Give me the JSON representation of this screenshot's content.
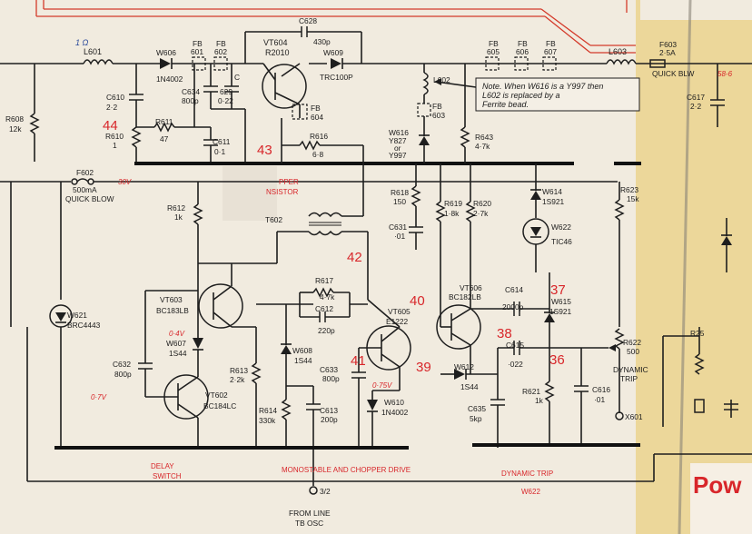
{
  "inductors": {
    "l601": "L601",
    "l602": "L602",
    "l603": "L603"
  },
  "handwritten_note": "1 Ω",
  "fuses": {
    "f602": "F602",
    "f602_val": "500mA",
    "f602_type": "QUICK BLOW",
    "f603": "F603",
    "f603_val": "2·5A",
    "f603_type": "QUICK BLW"
  },
  "rails": {
    "v30": "30V",
    "v58": "58-6"
  },
  "diodes": {
    "w606": "W606",
    "w606_type": "1N4002",
    "w609": "W609",
    "w609_type": "TRC100P",
    "w616": "W616",
    "w616_type1": "Y827",
    "w616_or": "or",
    "w616_type2": "Y997",
    "w614": "W614",
    "w614_type": "1S921",
    "w615": "W615",
    "w615_type": "1S921",
    "w607": "W607",
    "w607_type": "1S44",
    "w608": "W608",
    "w608_type": "1S44",
    "w610": "W610",
    "w610_type": "1N4002",
    "w612": "W612",
    "w612_type": "1S44",
    "w621": "W621",
    "w621_type": "BRC4443"
  },
  "ferrite_beads": {
    "fb601": [
      "FB",
      "601"
    ],
    "fb602": [
      "FB",
      "602"
    ],
    "fb604": [
      "FB",
      "604"
    ],
    "fb605": [
      "FB",
      "605"
    ],
    "fb606": [
      "FB",
      "606"
    ],
    "fb607": [
      "FB",
      "607"
    ],
    "fb603": [
      "FB",
      "603"
    ]
  },
  "transistors": {
    "vt604": "VT604",
    "vt604_type": "R2010",
    "vt603": "VT603",
    "vt603_type": "BC183LB",
    "vt602": "VT602",
    "vt602_type": "BC184LC",
    "vt605": "VT605",
    "vt605_type": "E1222",
    "vt606": "VT606",
    "vt606_type": "BC182LB",
    "w622": "W622",
    "w622_type": "TIC46"
  },
  "capacitors": {
    "c628": "C628",
    "c628_val": "430p",
    "c610": "C610",
    "c610_val": "2·2",
    "c634": "C634",
    "c634_val": "800p",
    "c629_top": "C",
    "c629": "629",
    "c629_val": "0·22",
    "c611": "C611",
    "c611_val": "0·1",
    "c631": "C631",
    "c631_val": "·01",
    "c612": "C612",
    "c612_val": "220p",
    "c614": "C614",
    "c614_val": "2000p",
    "c615": "C615",
    "c615_val": "·022",
    "c632": "C632",
    "c632_val": "800p",
    "c633": "C633",
    "c633_val": "800p",
    "c613": "C613",
    "c613_val": "200p",
    "c635": "C635",
    "c635_val": "5kp",
    "c616": "C616",
    "c616_val": "·01",
    "c617": "C617",
    "c617_val": "2·2"
  },
  "resistors": {
    "r608": "R608",
    "r608_val": "12k",
    "r611": "R611",
    "r611_val": "47",
    "r610": "R610",
    "r610_val": "1",
    "r616": "R616",
    "r616_val": "6·8",
    "r643": "R643",
    "r643_val": "4·7k",
    "r618": "R618",
    "r618_val": "150",
    "r619": "R619",
    "r619_val": "1·8k",
    "r620": "R620",
    "r620_val": "2·7k",
    "r623": "R623",
    "r623_val": "15k",
    "r612": "R612",
    "r612_val": "1k",
    "r617": "R617",
    "r617_val": "4·7k",
    "r613": "R613",
    "r613_val": "2·2k",
    "r614": "R614",
    "r614_val": "330k",
    "r621": "R621",
    "r621_val": "1k",
    "r622": "R622",
    "r622_val": "500",
    "r625": "R25"
  },
  "test_points": {
    "tp44": "44",
    "tp43": "43",
    "tp42": "42",
    "tp40": "40",
    "tp41": "41",
    "tp39": "39",
    "tp38": "38",
    "tp37": "37",
    "tp36": "36"
  },
  "voltages": {
    "v04": "0·4V",
    "v07": "0·7V",
    "v075": "0·75V"
  },
  "transformer": {
    "t602": "T602",
    "x601": "X601"
  },
  "note": {
    "line1": "Note. When W616 is a Y997 then",
    "line2": "L602 is replaced by a",
    "line3": "Ferrite bead."
  },
  "captions": {
    "monostable": "MONOSTABLE AND CHOPPER DRIVE",
    "dynamic_trip_red": "DYNAMIC TRIP",
    "dynamic": "DYNAMIC",
    "trip": "TRIP",
    "delay": "DELAY",
    "switch": "SWITCH",
    "w622_red": "W622",
    "chopper1": "PPER",
    "chopper2": "NSISTOR",
    "connector": "3/2",
    "from_line": "FROM LINE",
    "tb_osc": "TB OSC",
    "power": "Pow"
  },
  "colors": {
    "paper": "#f1ebdf",
    "highlight": "#ecd79a",
    "ink": "#1e1e1e",
    "red": "#d8262a"
  }
}
